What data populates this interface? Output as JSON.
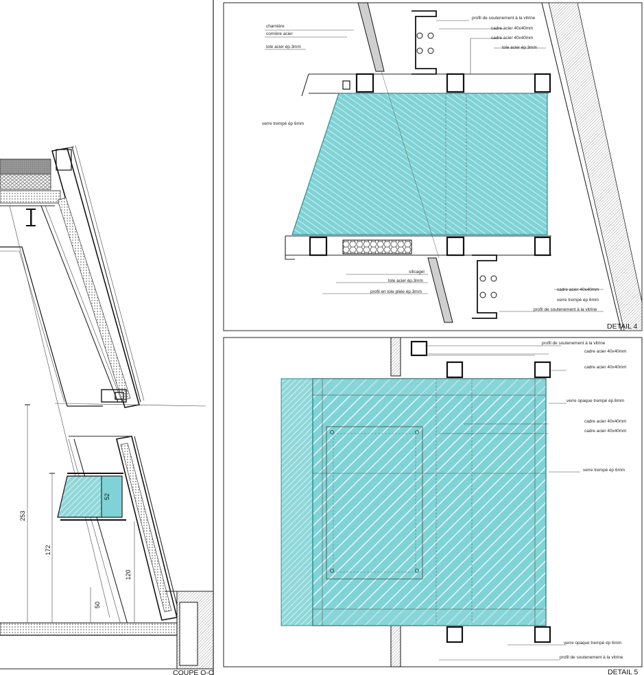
{
  "colors": {
    "glass": "#7fd3d6",
    "glass_hatch": "#e9f8f8",
    "line": "#222222",
    "insulation": "#9a9a9a"
  },
  "coupe": {
    "title": "COUPE O-O",
    "dimensions": [
      "253",
      "172",
      "120",
      "50",
      "52"
    ]
  },
  "detail4": {
    "title": "DETAIL 4",
    "labels": {
      "charniere": "charnière",
      "corniere": "cornière acier",
      "tole_top": "tole acier ép.3mm",
      "verre": "verre trempé ép 6mm",
      "profil_top": "profil de soutenement à la vitrine",
      "cadre1": "cadre acier 40x40mm",
      "cadre2": "cadre acier 40x40mm",
      "tole_right": "tole acier ép.3mm",
      "silicagel": "silicagel",
      "tole_bottom": "tole acier ép.3mm",
      "profil_plie": "profil en tole pliée ép.3mm",
      "cadre_bottom": "cadre acier 40x40mm",
      "verre_bottom": "verre trempé ép 6mm",
      "profil_bottom": "profil de soutenement à la vitrine"
    }
  },
  "detail5": {
    "title": "DETAIL 5",
    "labels": {
      "profil_top": "profil de soutenement à la vitrine",
      "cadre1": "cadre acier 40x40mm",
      "cadre2": "cadre acier 40x40mm",
      "verre_opaque_top": "verre opaque trempé ép.6mm",
      "cadre3": "cadre acier 40x40mm",
      "cadre4": "cadre acier 40x40mm",
      "verre": "verre trempé ép 6mm",
      "verre_opaque_bottom": "verre opaque trempé ép 6mm",
      "profil_bottom": "profil de soutenement à la vitrine"
    }
  }
}
